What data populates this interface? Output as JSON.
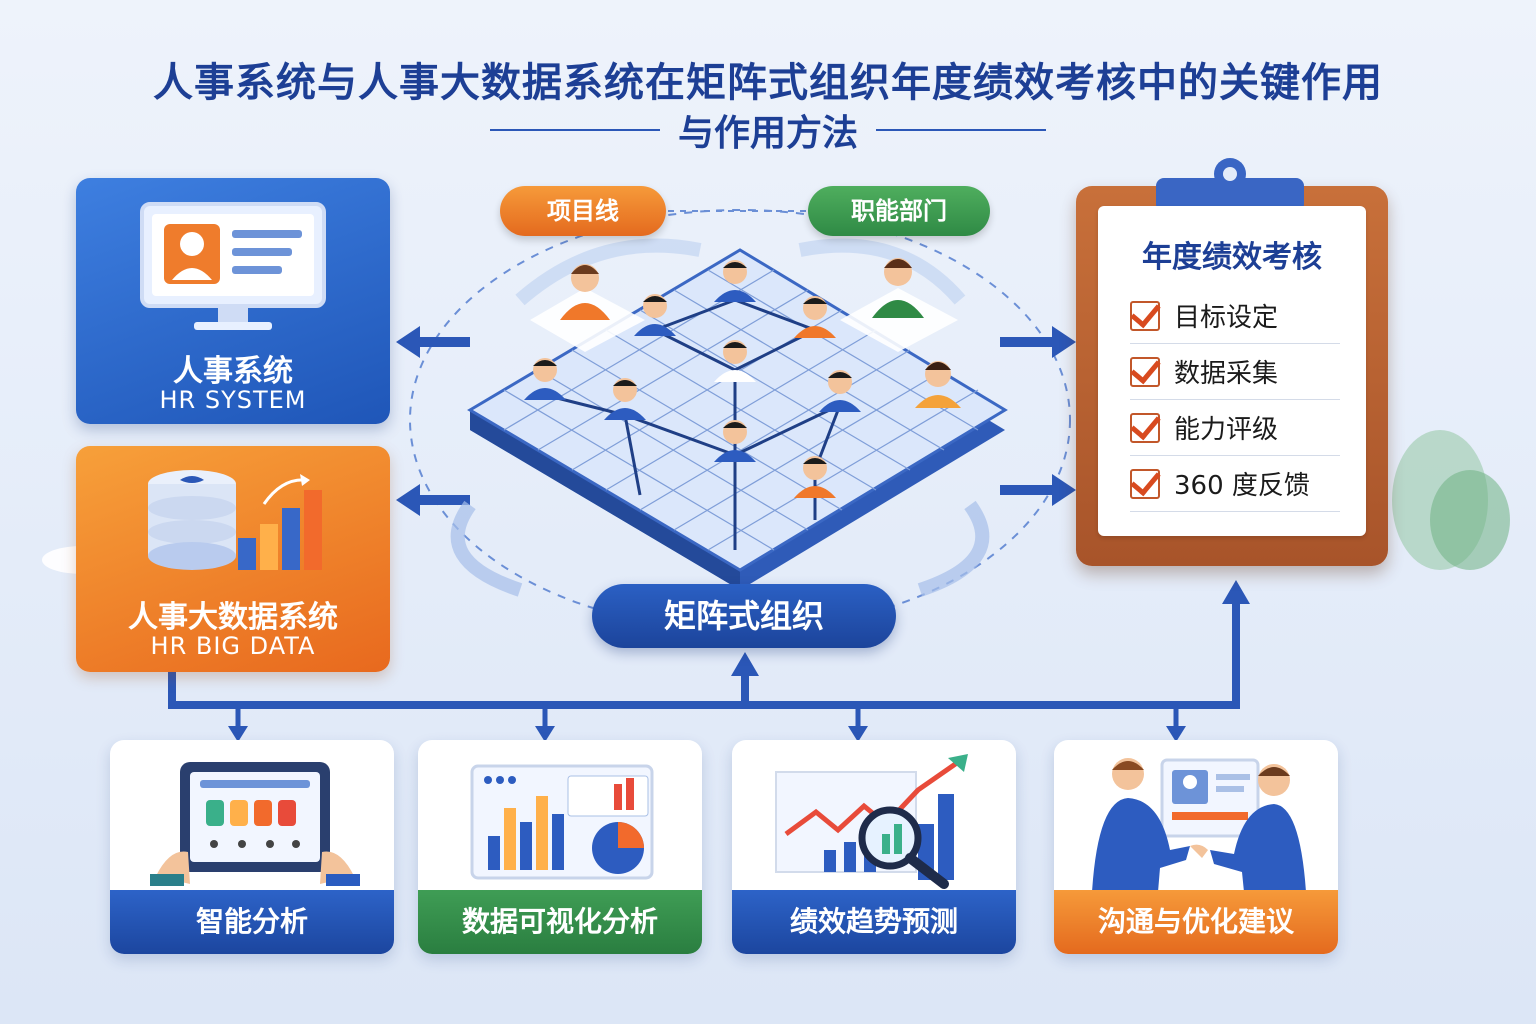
{
  "header": {
    "title": "人事系统与人事大数据系统在矩阵式组织年度绩效考核中的关键作用",
    "subtitle": "与作用方法"
  },
  "left": {
    "hr_system": {
      "label": "人事系统",
      "sub": "HR SYSTEM"
    },
    "hr_big_data": {
      "label": "人事大数据系统",
      "sub": "HR BIG DATA"
    }
  },
  "center": {
    "bubble_left": "项目线",
    "bubble_right": "职能部门",
    "matrix_label": "矩阵式组织"
  },
  "clipboard": {
    "title": "年度绩效考核",
    "items": [
      "目标设定",
      "数据采集",
      "能力评级",
      "360 度反馈"
    ]
  },
  "bottom": {
    "cards": [
      {
        "label": "智能分析",
        "style": "blue"
      },
      {
        "label": "数据可视化分析",
        "style": "green"
      },
      {
        "label": "绩效趋势预测",
        "style": "blue"
      },
      {
        "label": "沟通与优化建议",
        "style": "orange"
      }
    ]
  },
  "colors": {
    "primary_blue": "#1f56b8",
    "accent_orange": "#e8691e",
    "accent_green": "#2f8a45",
    "title_blue": "#1d3f95",
    "clipboard_brown": "#a8542a"
  },
  "icons": {
    "hr_system": "monitor-profile-icon",
    "hr_big_data": "database-chart-icon",
    "clipboard": "clipboard-icon",
    "check": "checkbox-checked-icon"
  }
}
